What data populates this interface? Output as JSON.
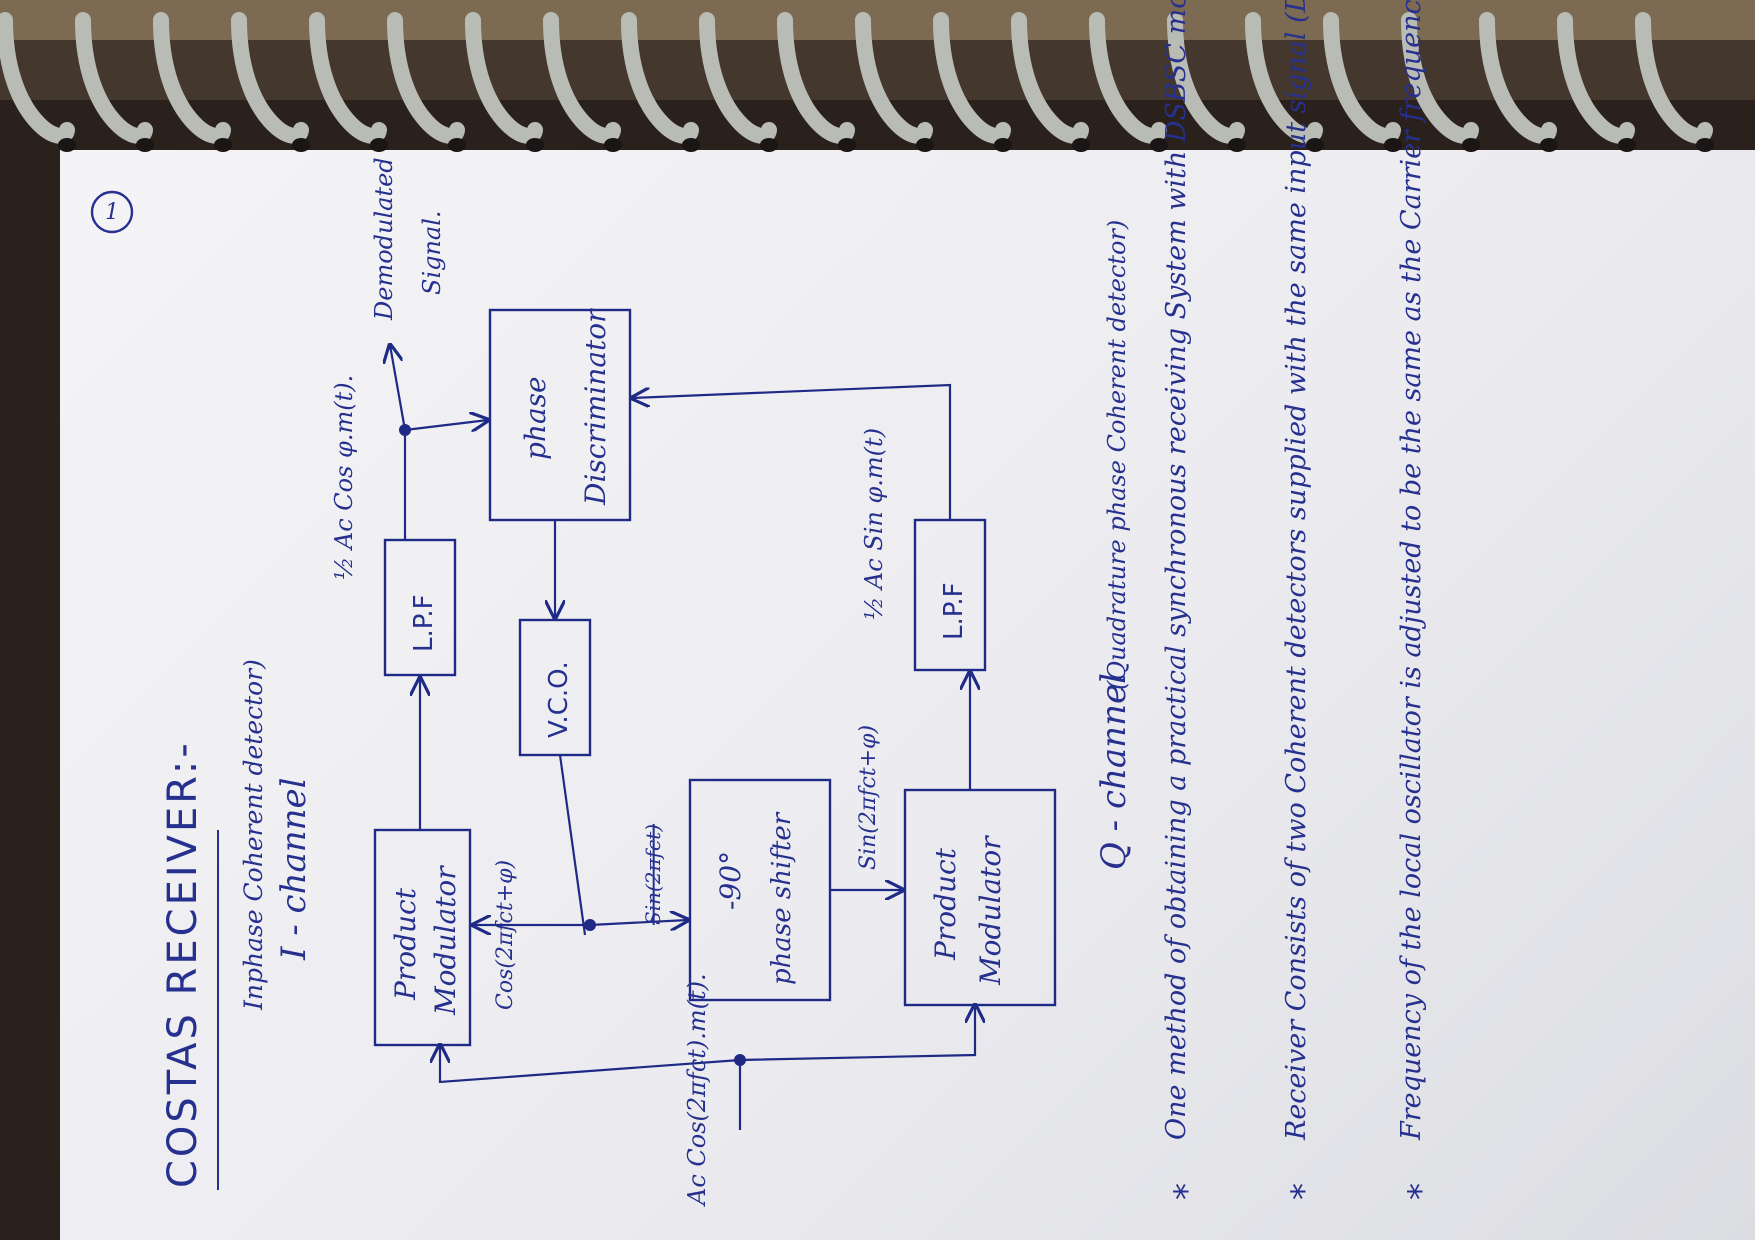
{
  "page_number": "1",
  "title": "COSTAS RECEIVER:-",
  "i_channel_label": "Inphase Coherent detector)",
  "i_channel_name": "I - channel",
  "q_channel_name": "Q - channel",
  "q_channel_label": "(Quadrature phase Coherent detector)",
  "blocks": {
    "product_modulator_top": [
      "Product",
      "Modulator"
    ],
    "lpf_top": "L.P.F",
    "phase_discriminator": [
      "phase",
      "Discriminator"
    ],
    "vco": "V.C.O.",
    "phase_shifter": [
      "-90°",
      "phase shifter"
    ],
    "product_modulator_bottom": [
      "Product",
      "Modulator"
    ],
    "lpf_bottom": "L.P.F"
  },
  "signals": {
    "input": "Ac Cos(2πfct).m(t).",
    "i_carrier": "Cos(2πfct+φ)",
    "q_carrier": "Sin(2πfct+φ)",
    "shifter_input": "Sin(2πfct)",
    "i_output": "½ Ac Cos φ.m(t).",
    "q_output": "½ Ac Sin φ.m(t)",
    "demodulated": [
      "Demodulated",
      "Signal."
    ]
  },
  "notes": [
    "One method of obtaining a practical synchronous receiving System with DSBSC modulated waves, is to use the Costas loop",
    "Receiver Consists of two Coherent detectors supplied with the same input signal (DSBSC modulated wave).",
    "Frequency of the local oscillator is adjusted to be the same as the Carrier frequency, fc."
  ],
  "bullet": "*",
  "colors": {
    "ink": "#26308e",
    "paper": "#eeeef2",
    "coil": "#b9bcb4"
  }
}
